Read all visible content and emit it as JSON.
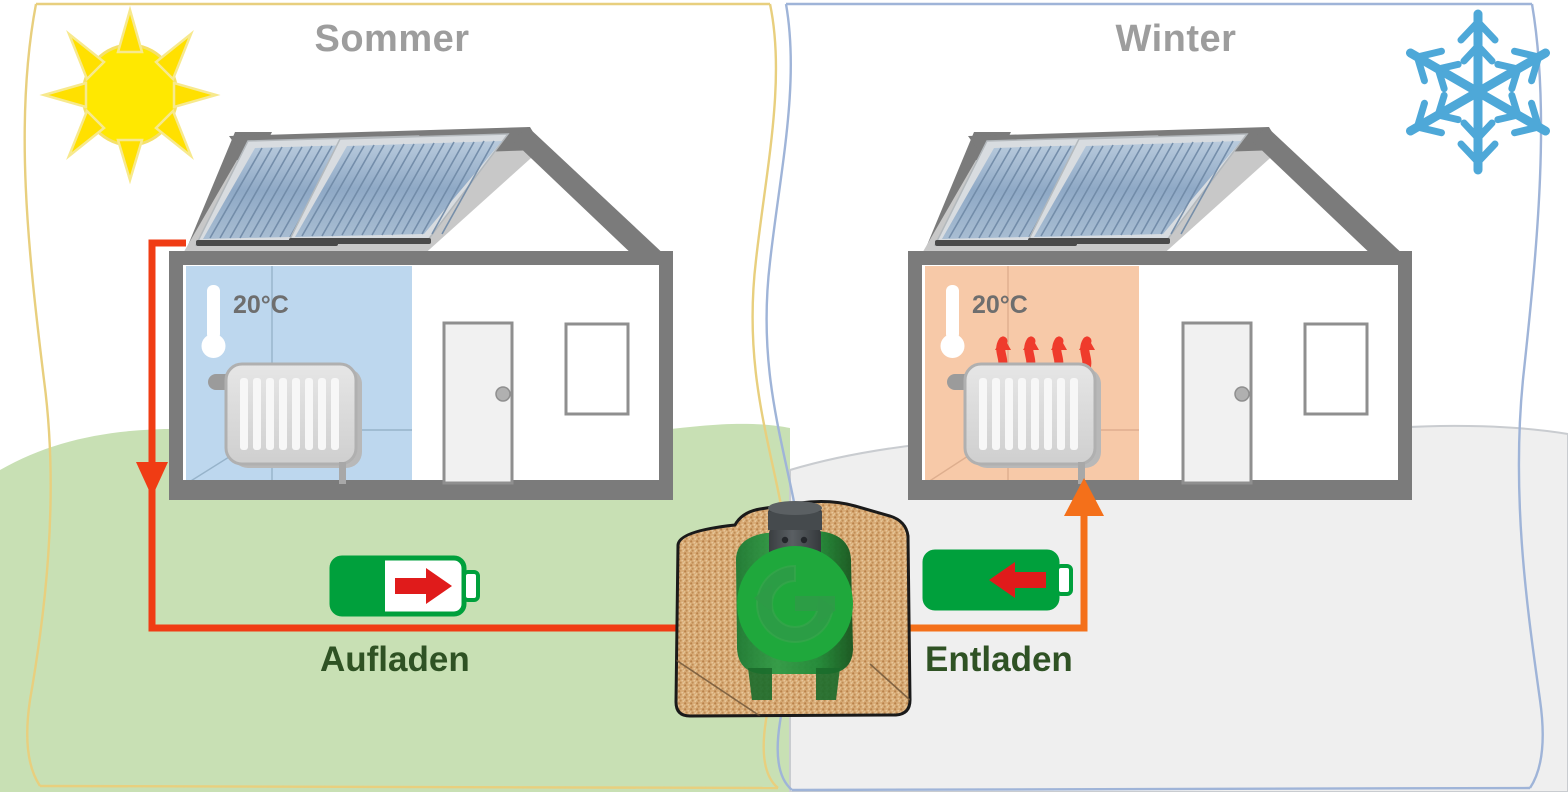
{
  "diagram": {
    "kind": "seasonal-thermal-storage-diagram",
    "panels": [
      {
        "season_key": "summer",
        "title": "Sommer",
        "weather_icon": "sun-icon",
        "room_temperature": "20°C",
        "mode_label": "Aufladen",
        "battery_state": "charging",
        "battery_fill_percent": 40,
        "battery_arrow_direction": "right",
        "pipe_flow_direction": "down",
        "pipe_color": "#f03c14",
        "room_color": "#bdd7ee",
        "ground_color": "#c8e0b4",
        "border_color": "#e8cf7e",
        "heat_waves_visible": false
      },
      {
        "season_key": "winter",
        "title": "Winter",
        "weather_icon": "snowflake-icon",
        "room_temperature": "20°C",
        "mode_label": "Entladen",
        "battery_state": "discharging",
        "battery_fill_percent": 100,
        "battery_arrow_direction": "left",
        "pipe_flow_direction": "up",
        "pipe_color": "#f4701a",
        "room_color": "#f7c9a8",
        "ground_color": "#efefef",
        "border_color": "#9fb4d8",
        "heat_waves_visible": true
      }
    ],
    "storage": {
      "name": "underground-thermal-storage-tank",
      "tank_color": "#1fa83c",
      "tank_cap_color": "#4b4f52",
      "surround_material": "sand-gravel",
      "surround_color": "#d2a679",
      "logo": "recycling-g-logo"
    },
    "colors": {
      "roof": "#7b7b7b",
      "collector_blue": "#8ca7c4",
      "sun": "#ffe000",
      "snowflake": "#4ea8d8",
      "red_arrow": "#e01b1b",
      "battery_green": "#00a03c",
      "title_gray": "#9d9d9d",
      "temp_gray": "#6e6e6e",
      "mode_green": "#2f5224",
      "heat_wave_red": "#ef3b2c"
    },
    "icon_names": {
      "sun": "sun-icon",
      "snowflake": "snowflake-icon",
      "thermometer": "thermometer-icon",
      "radiator": "radiator-icon",
      "solar_collector": "solar-collector-icon",
      "battery_charge": "battery-charging-icon",
      "battery_discharge": "battery-discharging-icon",
      "heat_waves": "heat-waves-icon",
      "recycle_logo": "recycle-g-logo-icon",
      "house": "house-icon",
      "door": "door-icon",
      "window": "window-icon"
    }
  }
}
